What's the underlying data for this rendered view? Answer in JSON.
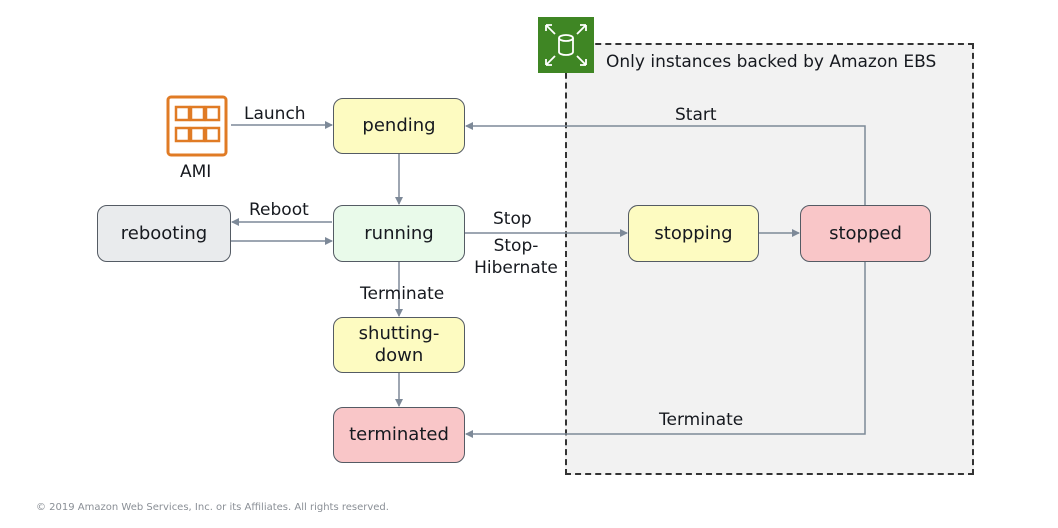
{
  "ebs_region": {
    "title": "Only instances backed by Amazon EBS"
  },
  "ami": {
    "label": "AMI"
  },
  "states": {
    "pending": "pending",
    "running": "running",
    "rebooting": "rebooting",
    "shutting_down": "shutting-\ndown",
    "terminated": "terminated",
    "stopping": "stopping",
    "stopped": "stopped"
  },
  "transitions": {
    "launch": "Launch",
    "reboot": "Reboot",
    "stop": "Stop",
    "stop_hibernate": "Stop-\nHibernate",
    "terminate_running": "Terminate",
    "start": "Start",
    "terminate_stopped": "Terminate"
  },
  "footer": {
    "copyright": "© 2019 Amazon Web Services, Inc. or its Affiliates. All rights reserved."
  },
  "colors": {
    "yellow_state": "#fdfbc1",
    "green_state": "#e9faea",
    "grey_state": "#e9ebed",
    "red_state": "#f9c6c8",
    "ami_orange": "#e07b25",
    "ebs_green": "#3f8624"
  }
}
